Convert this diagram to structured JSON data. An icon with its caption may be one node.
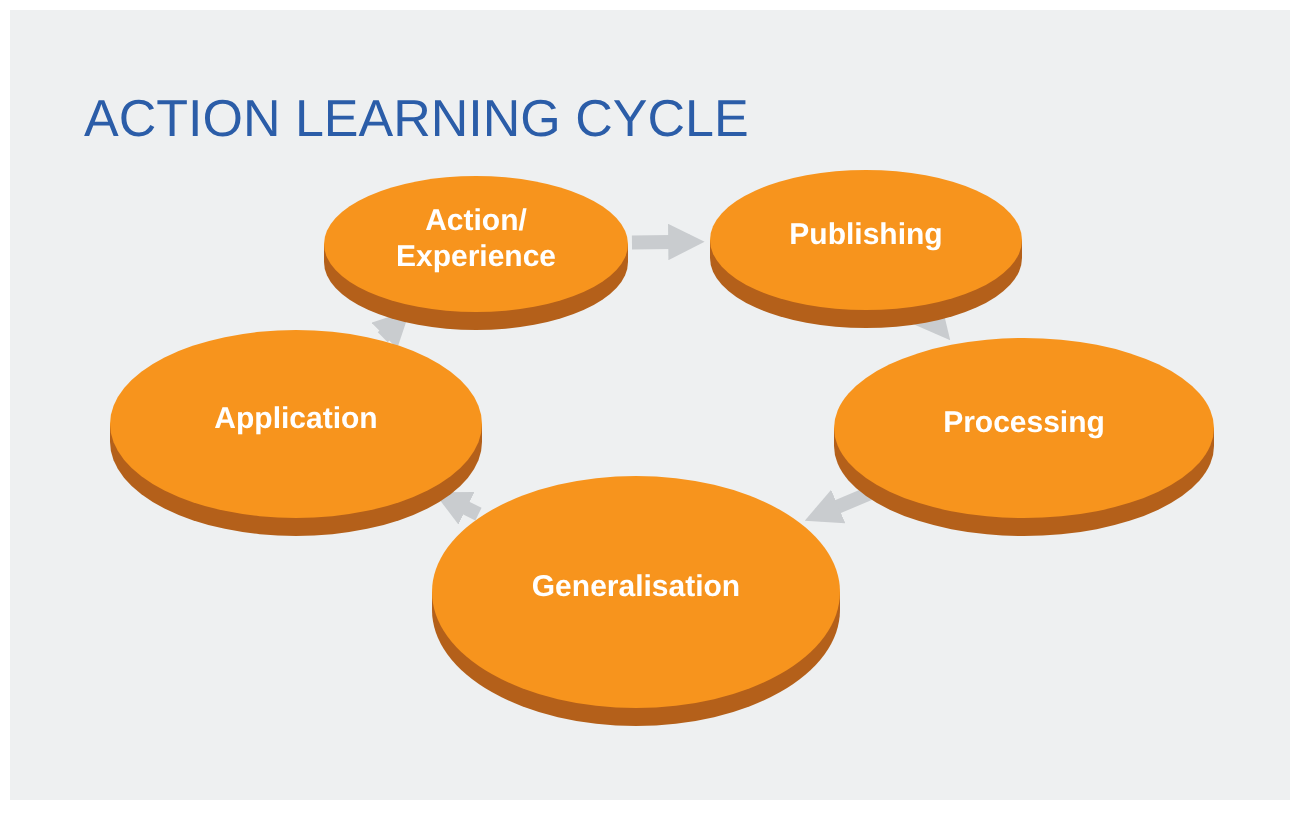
{
  "diagram": {
    "title": "ACTION LEARNING CYCLE",
    "nodes": [
      {
        "text": [
          "Action/ Experience"
        ]
      },
      {
        "text": [
          "Publishing"
        ]
      },
      {
        "text": [
          "Processing"
        ]
      },
      {
        "text": [
          "Generalisation"
        ]
      },
      {
        "text": [
          "Application"
        ]
      }
    ],
    "edges": [
      {
        "from": 0,
        "to": 1,
        "arrow": "to"
      },
      {
        "from": 1,
        "to": 2,
        "arrow": "to"
      },
      {
        "from": 2,
        "to": 3,
        "arrow": "to"
      },
      {
        "from": 3,
        "to": 4,
        "arrow": "to"
      },
      {
        "from": 4,
        "to": 0,
        "arrow": "to"
      }
    ]
  }
}
